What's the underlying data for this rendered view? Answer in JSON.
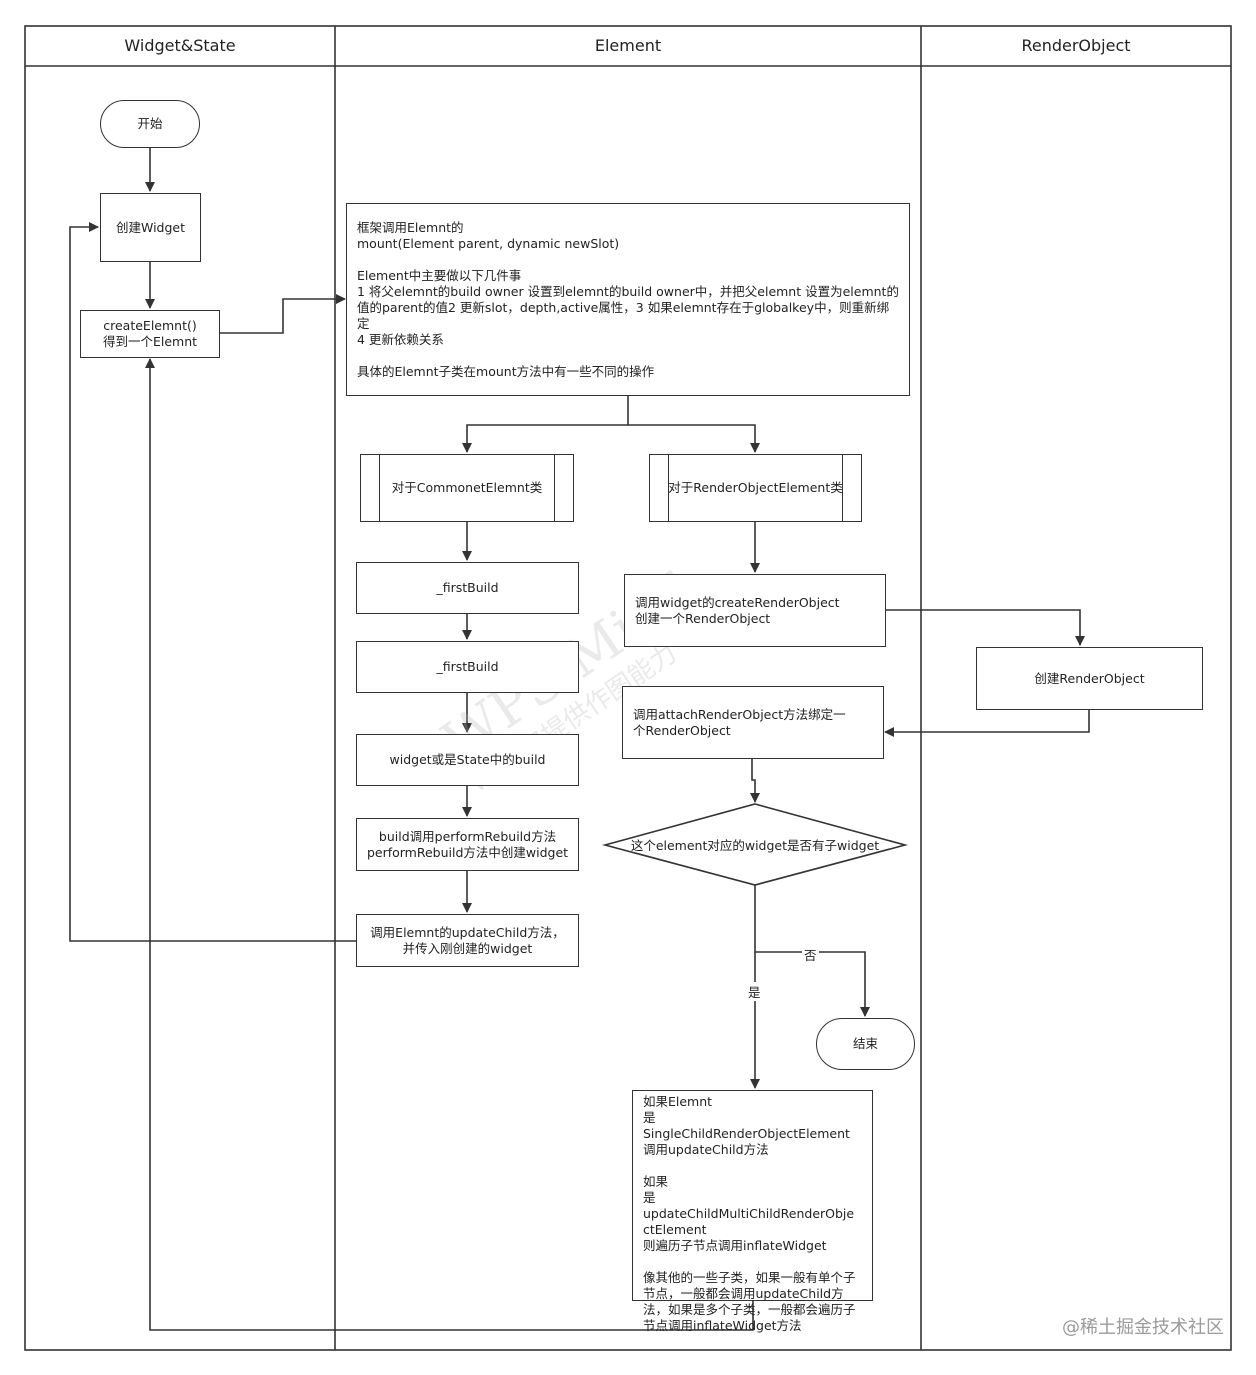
{
  "lanes": [
    {
      "title": "Widget&State"
    },
    {
      "title": "Element"
    },
    {
      "title": "RenderObject"
    }
  ],
  "nodes": {
    "start": "开始",
    "create_widget": "创建Widget",
    "create_element": "createElemnt()\n得到一个Elemnt",
    "mount": "框架调用Elemnt的\nmount(Element parent, dynamic newSlot)\n\nElement中主要做以下几件事\n1 将父elemnt的build owner 设置到elemnt的build owner中，并把父elemnt 设置为elemnt的值的parent的值2 更新slot，depth,active属性，3 如果elemnt存在于globalkey中，则重新绑定\n4 更新依赖关系\n\n具体的Elemnt子类在mount方法中有一些不同的操作",
    "commonet": "对于CommonetElemnt类",
    "render_object_element": "对于RenderObjectElement类",
    "first_build_1": "_firstBuild",
    "first_build_2": "_firstBuild",
    "widget_state_build": "widget或是State中的build",
    "perform_rebuild": "build调用performRebuild方法\nperformRebuild方法中创建widget",
    "update_child": "调用Elemnt的updateChild方法，\n并传入刚创建的widget",
    "call_create_render_object": "调用widget的createRenderObject\n创建一个RenderObject",
    "create_render_object": "创建RenderObject",
    "attach_render_object": "调用attachRenderObject方法绑定一\n个RenderObject",
    "has_child_decision": "这个element对应的widget是否有子widget",
    "end": "结束",
    "child_handling": "如果Elemnt\n是SingleChildRenderObjectElement\n调用updateChild方法\n\n如果\n是updateChildMultiChildRenderObje\nctElement\n则遍历子节点调用inflateWidget\n\n像其他的一些子类，如果一般有单个子\n节点，一般都会调用updateChild方\n法，如果是多个子类，一般都会遍历子\n节点调用inflateWidget方法"
  },
  "edge_labels": {
    "no": "否",
    "yes": "是"
  },
  "watermark": {
    "line1": "WPS Mind",
    "line2": "WPS仅提供作图能力"
  },
  "credit": "@稀土掘金技术社区",
  "colors": {
    "stroke": "#333333",
    "background": "#ffffff",
    "watermark": "#bbbbbb",
    "credit": "#9a9a9a"
  }
}
